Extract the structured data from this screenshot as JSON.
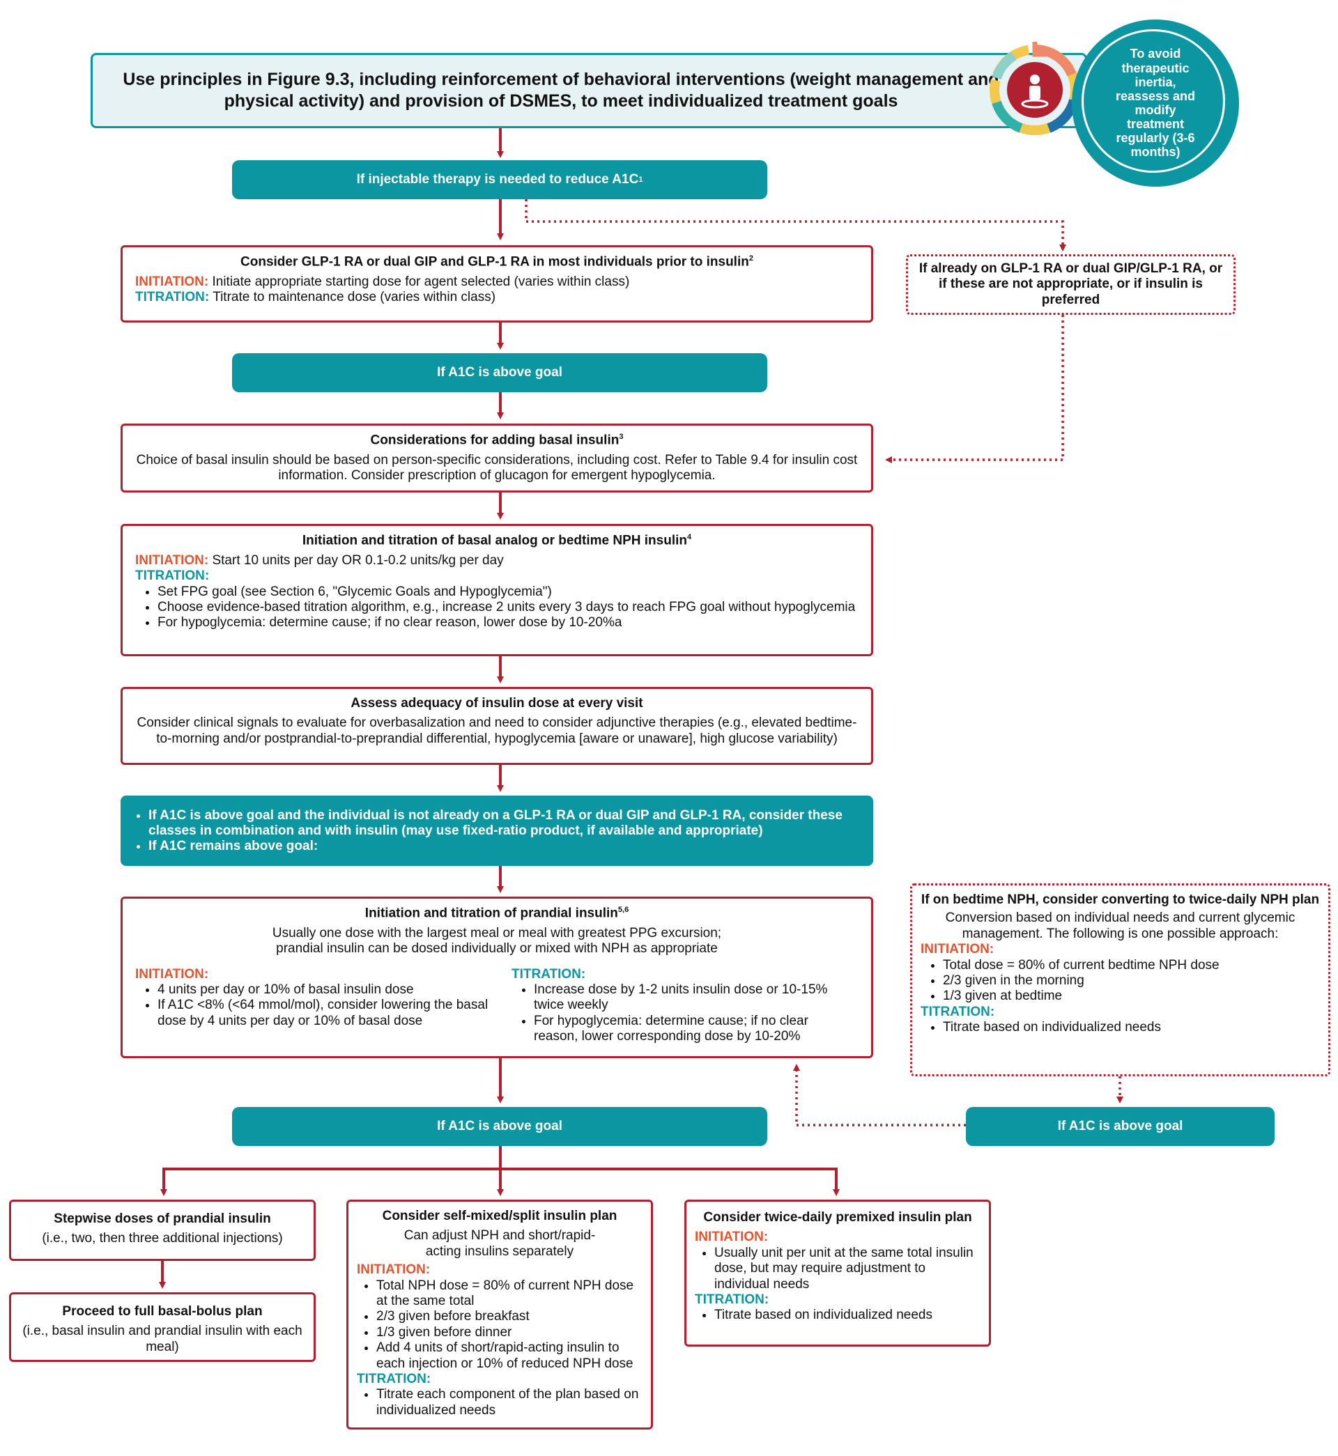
{
  "header": {
    "text": "Use principles in Figure 9.3, including reinforcement of behavioral interventions (weight management and physical activity) and provision of DSMES, to meet individualized treatment goals",
    "circle_text": "To avoid therapeutic inertia, reassess and modify treatment regularly (3-6 months)"
  },
  "labels": {
    "initiation": "INITIATION:",
    "titration": "TITRATION:"
  },
  "step_injectable": {
    "text": "If injectable therapy is needed to reduce A1C",
    "sup": "1"
  },
  "glp1": {
    "title": "Consider GLP-1 RA or dual GIP and GLP-1 RA in most individuals prior to insulin",
    "sup": "2",
    "initiation": "Initiate appropriate starting dose for agent selected (varies within class)",
    "titration": "Titrate to maintenance dose (varies within class)"
  },
  "side_glp1": {
    "text": "If already on GLP-1 RA or dual GIP/GLP-1 RA, or if these are not appropriate, or if insulin is preferred"
  },
  "step_above1": {
    "text": "If A1C is above goal"
  },
  "basal_consider": {
    "title": "Considerations for adding basal insulin",
    "sup": "3",
    "body": "Choice of basal insulin should be based on person-specific considerations, including cost. Refer to  Table 9.4  for insulin cost information. Consider prescription of glucagon for emergent hypoglycemia."
  },
  "basal_titration": {
    "title": "Initiation and titration of basal analog or bedtime NPH insulin",
    "sup": "4",
    "initiation": "Start 10 units per day OR 0.1-0.2 units/kg per day",
    "bullets": [
      "Set FPG goal (see Section 6, \"Glycemic Goals and Hypoglycemia\")",
      "Choose evidence-based titration algorithm, e.g., increase 2 units every 3 days to reach FPG goal without hypoglycemia",
      "For hypoglycemia: determine cause; if no clear reason, lower dose by 10-20%a"
    ]
  },
  "assess": {
    "title": "Assess adequacy of insulin dose at every visit",
    "body": "Consider clinical signals to evaluate for overbasalization and need to consider adjunctive therapies (e.g., elevated bedtime-to-morning and/or postprandial-to-preprandial differential, hypoglycemia [aware or unaware], high glucose variability)"
  },
  "combo": {
    "bullets": [
      "If A1C is above goal and the individual is not already on a GLP-1 RA or dual GIP and GLP-1 RA, consider these classes in combination and  with insulin (may use fixed-ratio product, if available and appropriate)",
      "If A1C remains above goal:"
    ]
  },
  "prandial": {
    "title": "Initiation and titration of prandial insulin",
    "sup": "5,6",
    "body1": "Usually one dose with the largest meal or meal with greatest PPG excursion;",
    "body2": "prandial insulin can be dosed individually or mixed with NPH as appropriate",
    "initiation_bullets": [
      "4 units per day or 10% of basal insulin dose",
      "If A1C <8% (<64 mmol/mol), consider lowering the basal dose by 4 units per day or 10% of basal dose"
    ],
    "titration_bullets": [
      "Increase dose by 1-2 units insulin dose or 10-15% twice weekly",
      "For hypoglycemia: determine cause; if no clear reason, lower corresponding dose by 10-20%"
    ]
  },
  "nph_convert": {
    "title": "If on bedtime NPH, consider converting to twice-daily NPH plan",
    "body": "Conversion based on individual needs and current glycemic management. The following is one possible approach:",
    "initiation_bullets": [
      "Total dose = 80% of current bedtime NPH dose",
      "2/3 given in the morning",
      "1/3 given at bedtime"
    ],
    "titration_bullets": [
      "Titrate based on individualized needs"
    ]
  },
  "step_above2": {
    "text": "If A1C  is above goal"
  },
  "step_above3": {
    "text": "If A1C  is above goal"
  },
  "stepwise": {
    "title": "Stepwise doses of prandial insulin",
    "body": "(i.e., two, then three additional injections)"
  },
  "basal_bolus": {
    "title": "Proceed to full basal-bolus plan",
    "body": "(i.e., basal insulin and prandial insulin with each meal)"
  },
  "selfmixed": {
    "title": "Consider self-mixed/split insulin plan",
    "body": "Can adjust NPH and short/rapid-acting insulins separately",
    "initiation_bullets": [
      "Total NPH dose = 80% of current NPH dose at the same total",
      "2/3 given before breakfast",
      "1/3 given before dinner",
      "Add 4 units of short/rapid-acting insulin to each injection or 10% of reduced NPH dose"
    ],
    "titration_bullets": [
      "Titrate each component of the plan based on individualized needs"
    ]
  },
  "premixed": {
    "title": "Consider twice-daily premixed insulin plan",
    "initiation_bullets": [
      "Usually unit per unit at the same total insulin dose, but may require adjustment to individual needs"
    ],
    "titration_bullets": [
      "Titrate based on individualized needs"
    ]
  },
  "colors": {
    "teal": "#0c96a1",
    "red": "#b0202e",
    "orange": "#e5532f",
    "header_bg": "#e6f2f3"
  }
}
